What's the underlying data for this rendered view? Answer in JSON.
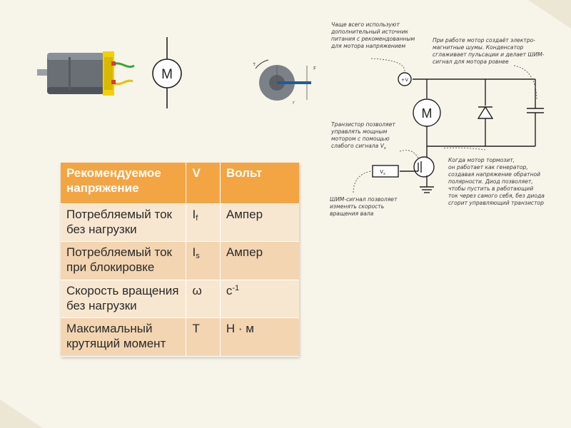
{
  "colors": {
    "background": "#f7f4ea",
    "table_header": "#f3a544",
    "table_row_light": "#f8e7d0",
    "table_row_dark": "#f3d5b2",
    "motor_body": "#6a6f76",
    "motor_accent": "#f3d000",
    "shaft_blue": "#1f5c99"
  },
  "icons": [
    "motor-photo-icon",
    "motor-symbol-icon",
    "torque-diagram-icon",
    "motor-circuit-diagram"
  ],
  "symbols": {
    "motor_letter": "M",
    "circuit_motor_letter": "M",
    "supply_label": "+V",
    "signal_label": "V",
    "signal_sub": "s",
    "axis_top": "τ",
    "axis_right": "F",
    "axis_bottom": "r"
  },
  "table": {
    "header": {
      "param": "Рекомендуемое напряжение",
      "symbol": "V",
      "unit": "Вольт"
    },
    "rows": [
      {
        "param": "Потребляемый ток без нагрузки",
        "symbol": "I",
        "symbol_sub": "f",
        "unit": "Ампер",
        "unit_sup": ""
      },
      {
        "param": "Потребляемый ток при блокировке",
        "symbol": "I",
        "symbol_sub": "s",
        "unit": "Ампер",
        "unit_sup": ""
      },
      {
        "param": "Скорость вращения без нагрузки",
        "symbol": "ω",
        "symbol_sub": "",
        "unit": "с",
        "unit_sup": "-1"
      },
      {
        "param": "Максимальный крутящий момент",
        "symbol": "T",
        "symbol_sub": "",
        "unit": "Н · м",
        "unit_sup": ""
      }
    ]
  },
  "annotations": {
    "supply_note": "Чаще всего используют\nдополнительный источник\nпитания с рекомендованным\nдля мотора напряжением",
    "capacitor_note": "При работе мотор создаёт электро-\nмагнитные шумы. Конденсатор\nсглаживает пульсации и делает ШИМ-\nсигнал для мотора ровнее",
    "transistor_note": "Транзистор позволяет\nуправлять мощным\nмотором с помощью\nслабого сигнала V",
    "transistor_note_sub": "s",
    "diode_note": "Когда мотор тормозит,\nон работает как генератор,\nсоздавая напряжение обратной\nполярности. Диод позволяет,\nчтобы пустить в работающий\nток через самого себя, без диода\nсгорит управляющий транзистор",
    "pwm_note": "ШИМ-сигнал позволяет\nизменять скорость\nвращения вала"
  }
}
